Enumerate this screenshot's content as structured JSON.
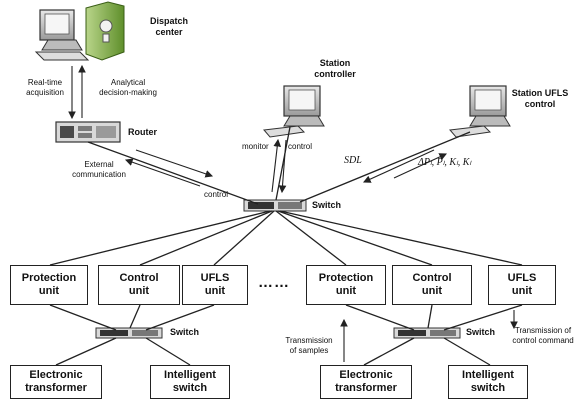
{
  "computers": {
    "dispatch": {
      "label": "Dispatch\ncenter"
    },
    "station_controller": {
      "label": "Station\ncontroller"
    },
    "station_ufls": {
      "label": "Station UFLS\ncontrol"
    }
  },
  "devices": {
    "router_label": "Router",
    "main_switch_label": "Switch",
    "left_switch_label": "Switch",
    "right_switch_label": "Switch"
  },
  "arrows": {
    "realtime": "Real-time\nacquisition",
    "analytical": "Analytical\ndecision-making",
    "external": "External\ncommunication",
    "control_router": "control",
    "monitor": "monitor",
    "control_station": "control",
    "sdl": "SDL",
    "params": "ΔPₗ, Pₗ, Kₗ, Kₗ",
    "transmission_samples": "Transmission\nof samples",
    "transmission_control": "Transmission of\ncontrol command"
  },
  "units": {
    "left": [
      {
        "label": "Protection\nunit"
      },
      {
        "label": "Control\nunit"
      },
      {
        "label": "UFLS\nunit"
      }
    ],
    "right": [
      {
        "label": "Protection\nunit"
      },
      {
        "label": "Control\nunit"
      },
      {
        "label": "UFLS\nunit"
      }
    ],
    "ellipsis": "……"
  },
  "field": {
    "left": [
      {
        "label": "Electronic\ntransformer"
      },
      {
        "label": "Intelligent\nswitch"
      }
    ],
    "right": [
      {
        "label": "Electronic\ntransformer"
      },
      {
        "label": "Intelligent\nswitch"
      }
    ]
  }
}
